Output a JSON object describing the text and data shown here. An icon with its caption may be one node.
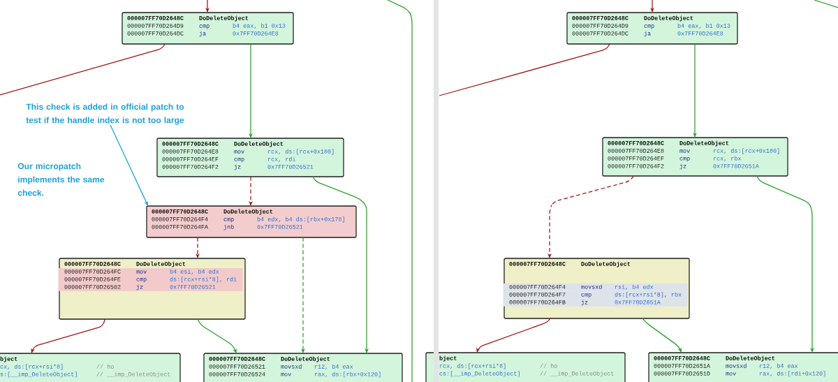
{
  "diagram": {
    "nodes": [
      {
        "text": [
          "000007FF70D2648C",
          "DoDeleteObject",
          "000007FF70D264D9",
          "cmp",
          "b4 eax, b1 0x13",
          "000007FF70D264DC",
          "ja",
          "0x7FF70D264E8"
        ]
      },
      {
        "text": [
          "000007FF70D2648C",
          "DoDeleteObject",
          "000007FF70D264E8",
          "mov",
          "rcx, ds:[rcx+0x180]",
          "000007FF70D264EF",
          "cmp",
          "rcx, rdi",
          "000007FF70D264F2",
          "jz",
          "0x7FF70D26521"
        ]
      },
      {
        "text": [
          "000007FF70D2648C",
          "DoDeleteObject",
          "000007FF70D264F4",
          "cmp",
          "b4 edx, b4 ds:[rbx+0x178]",
          "000007FF70D264FA",
          "jnb",
          "0x7FF70D26521"
        ]
      },
      {
        "text": [
          "000007FF70D2648C",
          "DoDeleteObject",
          "000007FF70D264FC",
          "mov",
          "b4 esi, b4 edx",
          "000007FF70D264FE",
          "cmp",
          "ds:[rcx+rsi*8], rdi",
          "000007FF70D26502",
          "jz",
          "0x7FF70D26521"
        ]
      },
      {
        "text": [
          "bject",
          "cx, ds:[rcx+rsi*8]",
          "// ho",
          "s:[__imp_DeleteObject]",
          "// __imp_DeleteObject"
        ]
      },
      {
        "text": [
          "000007FF70D2648C",
          "DoDeleteObject",
          "000007FF70D26521",
          "movsxd",
          "r12, b4 eax",
          "000007FF70D26524",
          "mov",
          "rax, ds:[rbx+0x120]"
        ]
      },
      {
        "text": [
          "This check is added in official patch to test if the handle index is not too large"
        ]
      },
      {
        "text": [
          "000007FF70D2648C",
          "DoDeleteObject",
          "000007FF70D264D9",
          "cmp",
          "b4 eax, b1 0x13",
          "000007FF70D264DC",
          "ja",
          "0x7FF70D264E8"
        ]
      },
      {
        "text": [
          "000007FF70D2648C",
          "DoDeleteObject",
          "000007FF70D264E8",
          "mov",
          "rcx, ds:[rcx+0x180]",
          "000007FF70D264EF",
          "cmp",
          "rcx, rbx",
          "000007FF70D264F2",
          "jz",
          "0x7FF70D2651A"
        ]
      },
      {
        "text": [
          "000007FF70D2648C",
          "DoDeleteObject",
          "000007FF70D264F4",
          "movsxd",
          "rsi, b4 edx",
          "000007FF70D264F7",
          "cmp",
          "ds:[rcx+rsi*8], rbx",
          "000007FF70D264FB",
          "jz",
          "0x7FF70D2651A"
        ]
      },
      {
        "text": [
          "bject",
          "rcx, ds:[rcx+rsi*8]",
          "// ho",
          "cs:[__imp_DeleteObject]",
          "// __imp_DeleteObject"
        ]
      },
      {
        "text": [
          "000007FF70D2648C",
          "DoDeleteObject",
          "000007FF70D2651A",
          "movsxd",
          "r12, b4 eax",
          "000007FF70D2651D",
          "mov",
          "rax, ds:[rdi+0x120]"
        ]
      }
    ],
    "edges": [
      {
        "from": null,
        "to": 0,
        "arrow": "to"
      },
      {
        "from": 0,
        "to": null,
        "arrow": "none"
      },
      {
        "from": 0,
        "to": 1,
        "arrow": "to",
        "color": "#2ca02c"
      },
      {
        "from": 1,
        "to": 2,
        "arrow": "to",
        "style": "dashed"
      },
      {
        "from": 1,
        "to": 5,
        "arrow": "to",
        "color": "#2ca02c"
      },
      {
        "from": 2,
        "to": 3,
        "arrow": "to",
        "style": "dashed"
      },
      {
        "from": 2,
        "to": 5,
        "arrow": "to",
        "style": "dashed",
        "color": "#2ca02c"
      },
      {
        "from": 3,
        "to": 4,
        "arrow": "to"
      },
      {
        "from": 3,
        "to": 5,
        "arrow": "to",
        "color": "#2ca02c"
      },
      {
        "from": 6,
        "to": 2,
        "arrow": "to",
        "color": "#1ea0dc"
      },
      {
        "from": null,
        "to": 7,
        "arrow": "to"
      },
      {
        "from": 7,
        "to": null,
        "arrow": "none"
      },
      {
        "from": 7,
        "to": 8,
        "arrow": "to",
        "color": "#2ca02c"
      },
      {
        "from": 8,
        "to": 9,
        "arrow": "to",
        "style": "dashed"
      },
      {
        "from": 8,
        "to": 11,
        "arrow": "to",
        "color": "#2ca02c"
      },
      {
        "from": 9,
        "to": 10,
        "arrow": "to"
      },
      {
        "from": 9,
        "to": 11,
        "arrow": "to",
        "color": "#2ca02c"
      }
    ],
    "labels": [
      "Our micropatch implements the same check."
    ]
  }
}
